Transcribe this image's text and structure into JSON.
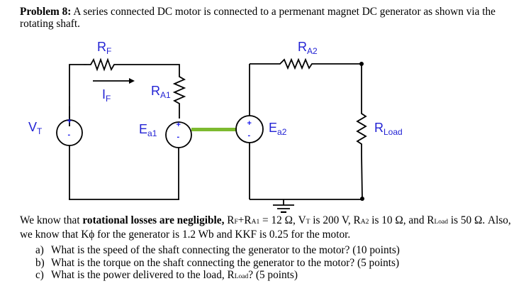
{
  "problem": {
    "title_bold": "Problem 8:",
    "intro_text": " A series connected DC motor is connected to a permenant magnet DC generator as shown via the rotating shaft."
  },
  "circuit": {
    "labels": {
      "RF": {
        "main": "R",
        "sub": "F"
      },
      "IF": {
        "main": "I",
        "sub": "F"
      },
      "RA1": {
        "main": "R",
        "sub": "A1"
      },
      "VT": {
        "main": "V",
        "sub": "T"
      },
      "Ea1": {
        "main": "E",
        "sub": "a1"
      },
      "Ea2": {
        "main": "E",
        "sub": "a2"
      },
      "RA2": {
        "main": "R",
        "sub": "A2"
      },
      "RLoad": {
        "main": "R",
        "sub": "Load"
      }
    },
    "plus": "+",
    "minus": "-",
    "colors": {
      "label": "#2222d4",
      "shaft": "#7dba2f",
      "wire": "#000000"
    }
  },
  "given": {
    "p1": "We know that ",
    "p1_bold": "rotational losses are negligible,",
    "p2": " R",
    "rf_sub": "F",
    "p3": "+R",
    "ra1_sub": "A1",
    "p4": " = 12 Ω, V",
    "vt_sub": "T",
    "p5": " is 200 V, R",
    "ra2_sub": "A2",
    "p6": " is 10 Ω, and R",
    "rload_sub": "Load",
    "p7": " is 50 Ω.  Also, we know that Kϕ for the generator is 1.2 Wb and KKF is 0.25 for the motor."
  },
  "questions": [
    {
      "label": "a)",
      "text": "What is the speed of the shaft connecting the generator to the motor? (10 points)"
    },
    {
      "label": "b)",
      "text": "What is the torque on the shaft connecting the generator to the motor? (5 points)"
    },
    {
      "label": "c)",
      "text_pre": "What is the power delivered to the load, R",
      "sub": "Load",
      "text_post": "? (5 points)"
    }
  ]
}
